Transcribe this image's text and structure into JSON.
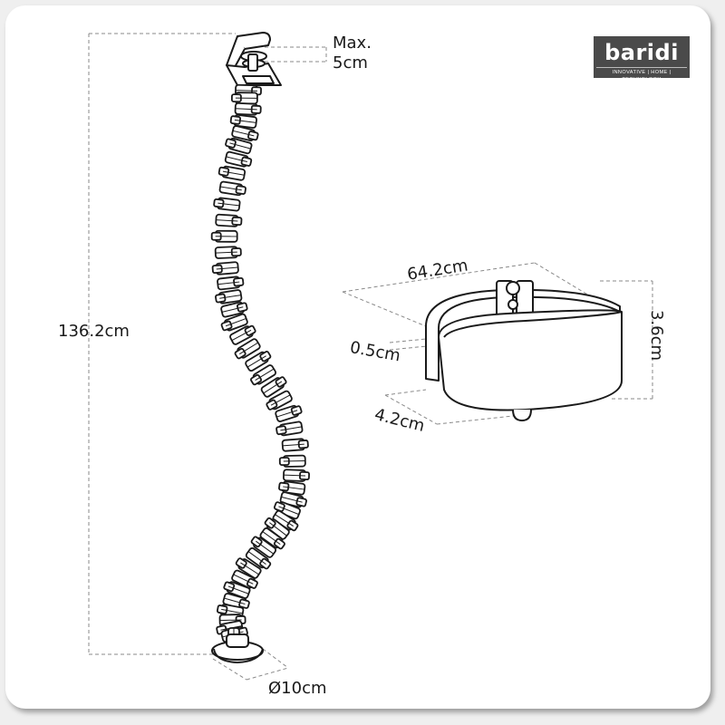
{
  "brand": {
    "name": "baridi",
    "tagline": "INNOVATIVE | HOME | TECHNOLOGY"
  },
  "dimensions": {
    "clamp_max_label": "Max.",
    "clamp_max_value": "5cm",
    "height": "136.2cm",
    "base_diameter": "Ø10cm",
    "clip_width": "64.2cm",
    "clip_thickness": "0.5cm",
    "clip_height": "3.6cm",
    "clip_depth": "4.2cm"
  },
  "colors": {
    "background": "#ffffff",
    "line": "#1a1a1a",
    "dash": "#8a8a8a",
    "logo_bg": "#4a4a4a"
  }
}
